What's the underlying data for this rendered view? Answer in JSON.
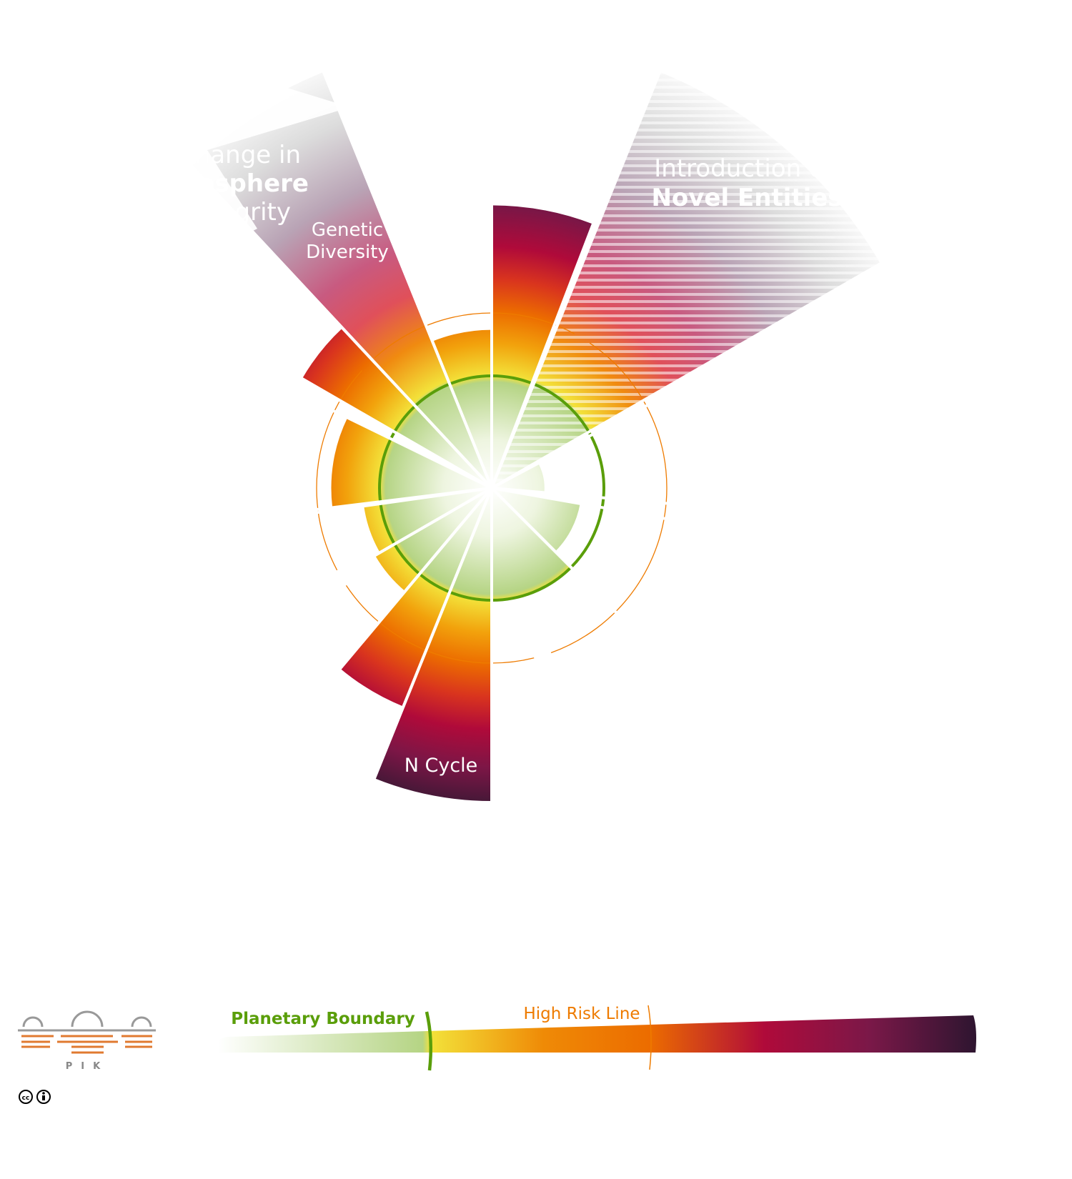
{
  "diagram": {
    "title": "Planetary Boundaries",
    "segments": [
      {
        "id": "novel-entities",
        "value": 4.0,
        "faded": true
      },
      {
        "id": "climate",
        "value": 2.52
      },
      {
        "id": "biosphere-functional-upper",
        "value": 1.41
      },
      {
        "id": "genetic-diversity",
        "value": 4.0,
        "faded": true
      },
      {
        "id": "biosphere-functional",
        "value": 1.95
      },
      {
        "id": "land-system",
        "value": 1.43
      },
      {
        "id": "freshwater-blue",
        "value": 1.15
      },
      {
        "id": "freshwater-green",
        "value": 1.2
      },
      {
        "id": "p-cycle",
        "value": 2.1
      },
      {
        "id": "n-cycle",
        "value": 2.79
      },
      {
        "id": "ocean-acidification",
        "value": 1.0
      },
      {
        "id": "aerosol-loading",
        "value": 0.8
      },
      {
        "id": "ozone-depletion",
        "value": 0.47
      }
    ],
    "labels": {
      "biosphere_line1": "Change in",
      "biosphere_line2": "Biosphere",
      "biosphere_line3": "Integrity",
      "genetic_line1": "Genetic",
      "genetic_line2": "Diversity",
      "novel_line1": "Introduction of",
      "novel_line2": "Novel Entities",
      "n_cycle": "N Cycle"
    }
  },
  "legend": {
    "planetary_boundary": "Planetary Boundary",
    "high_risk_line": "High Risk Line",
    "colors": {
      "boundary": "#5a9e0a",
      "high_risk": "#ee7b00"
    }
  },
  "logo": {
    "text": "PIK"
  },
  "license": {
    "cc": "cc",
    "by": "by"
  }
}
